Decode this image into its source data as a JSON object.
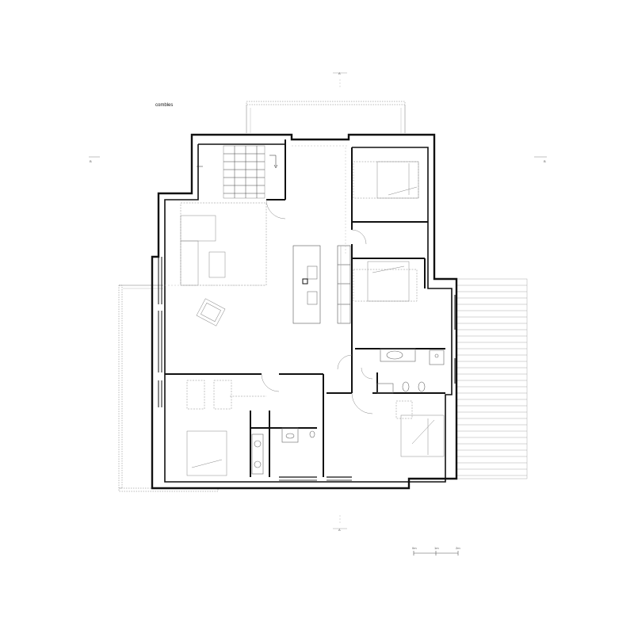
{
  "plan": {
    "title": "combles",
    "section_marks": {
      "top": "A",
      "bottom": "A",
      "left": "B",
      "right": "B"
    },
    "scale_bar": {
      "labels": [
        "0m",
        "1m",
        "2m"
      ]
    }
  }
}
